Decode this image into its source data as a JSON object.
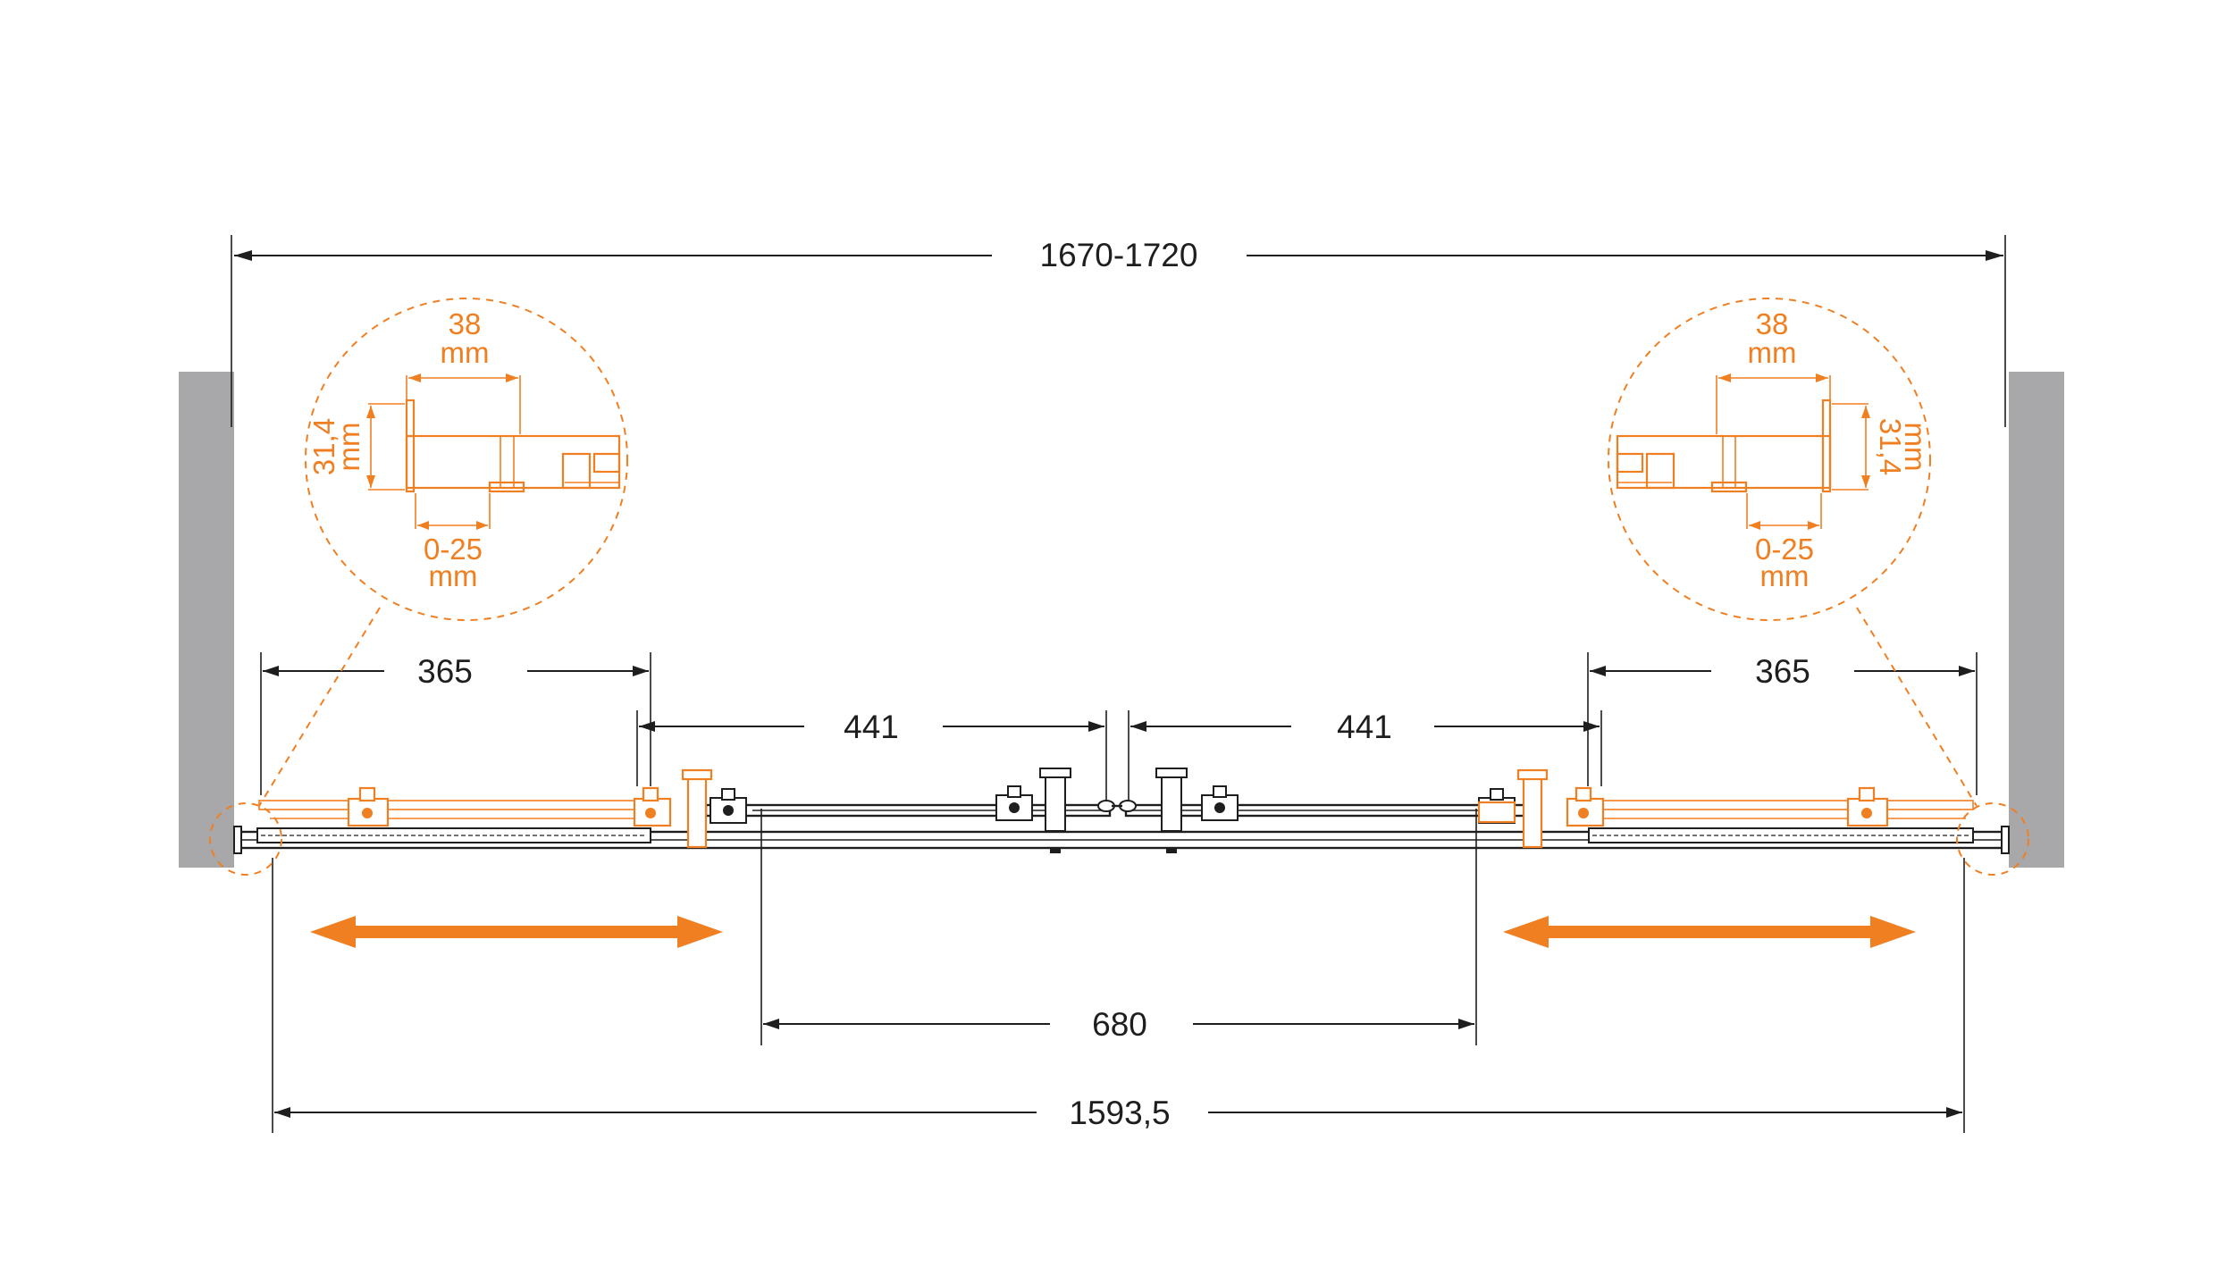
{
  "dimensions": {
    "overall_width": "1670-1720",
    "left_offset": "365",
    "right_offset": "365",
    "left_panel": "441",
    "right_panel": "441",
    "opening": "680",
    "rail_length": "1593,5"
  },
  "detail_left": {
    "depth_value": "38",
    "depth_unit": "mm",
    "height_value": "31,4",
    "height_unit": "mm",
    "adjust_value": "0-25",
    "adjust_unit": "mm"
  },
  "detail_right": {
    "depth_value": "38",
    "depth_unit": "mm",
    "height_value": "31,4",
    "height_unit": "mm",
    "adjust_value": "0-25",
    "adjust_unit": "mm"
  },
  "colors": {
    "accent": "#f07f22",
    "line": "#1e1e1e",
    "wall": "#a8a8aa",
    "background": "#ffffff"
  },
  "icons": {
    "left_arrow": "double-headed-arrow-icon",
    "right_arrow": "double-headed-arrow-icon"
  }
}
